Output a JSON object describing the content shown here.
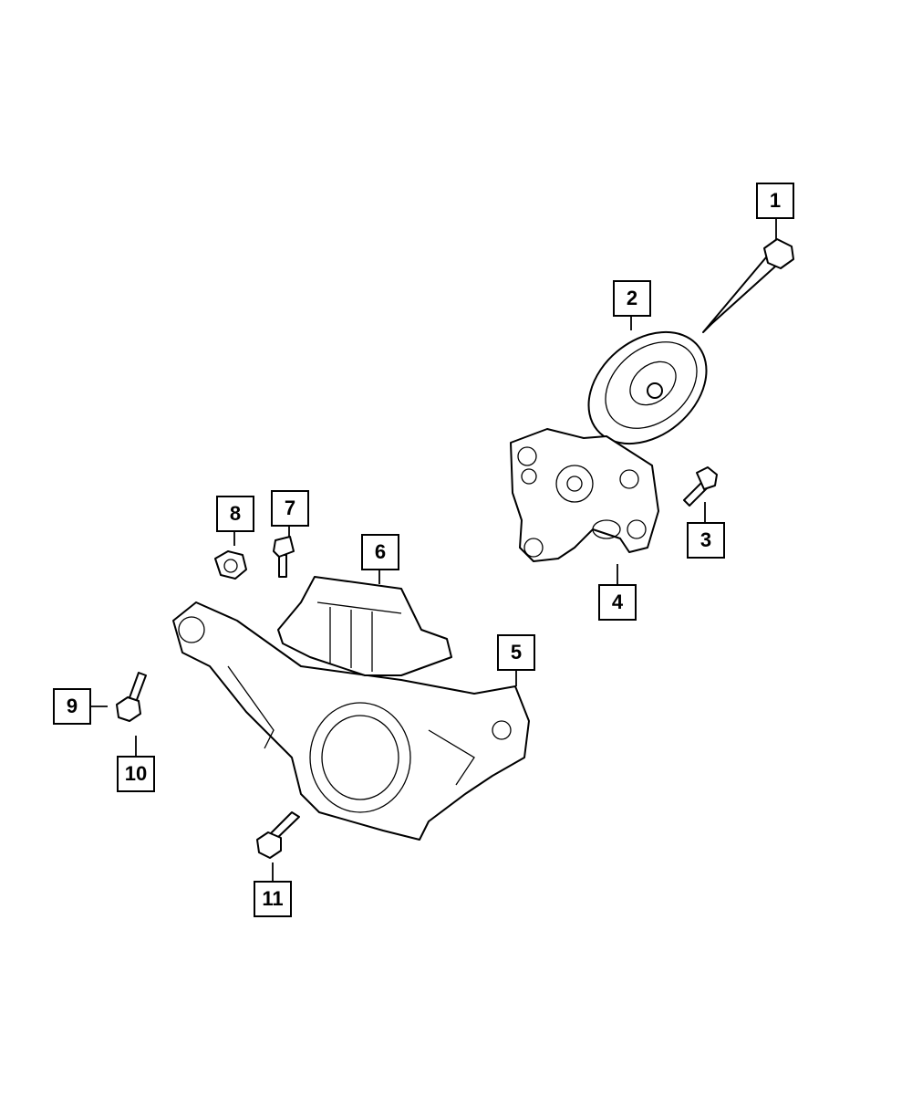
{
  "diagram": {
    "callouts": [
      {
        "id": "1",
        "label": "1",
        "part": "bolt"
      },
      {
        "id": "2",
        "label": "2",
        "part": "isolator"
      },
      {
        "id": "3",
        "label": "3",
        "part": "bolt"
      },
      {
        "id": "4",
        "label": "4",
        "part": "mount-bracket"
      },
      {
        "id": "5",
        "label": "5",
        "part": "crossmember"
      },
      {
        "id": "6",
        "label": "6",
        "part": "heat-shield"
      },
      {
        "id": "7",
        "label": "7",
        "part": "bolt"
      },
      {
        "id": "8",
        "label": "8",
        "part": "nut"
      },
      {
        "id": "9",
        "label": "9",
        "part": "bolt"
      },
      {
        "id": "10",
        "label": "10",
        "part": "bolt"
      },
      {
        "id": "11",
        "label": "11",
        "part": "bolt"
      }
    ]
  }
}
